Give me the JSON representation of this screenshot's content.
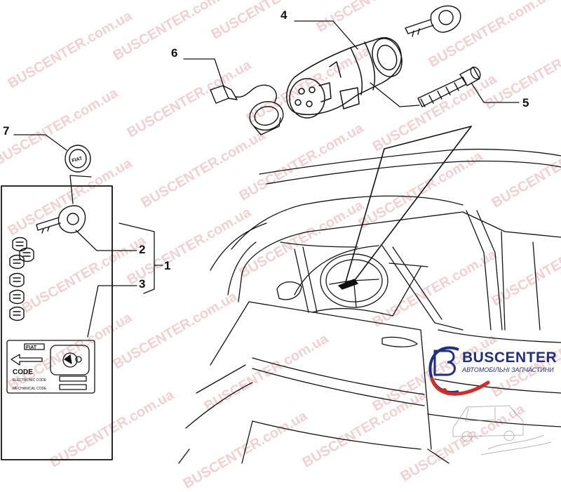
{
  "callouts": [
    {
      "id": "callout-1",
      "label": "1"
    },
    {
      "id": "callout-2",
      "label": "2"
    },
    {
      "id": "callout-3",
      "label": "3"
    },
    {
      "id": "callout-4",
      "label": "4"
    },
    {
      "id": "callout-5",
      "label": "5"
    },
    {
      "id": "callout-6",
      "label": "6"
    },
    {
      "id": "callout-7",
      "label": "7"
    }
  ],
  "badge_text": "FIAT",
  "code_card": {
    "brand": "FIAT",
    "code_label": "CODE",
    "electronic_label": "ELECTRONIC CODE",
    "mechanical_label": "MECHANICAL CODE"
  },
  "watermark": {
    "text": "BUSCENTER.com.ua",
    "color": "#c83232"
  },
  "logo": {
    "name": "BUSCENTER",
    "tagline": "АВТОМОБІЛЬНІ ЗАПЧАСТИНИ",
    "brand_color": "#1f2e88",
    "accent_color": "#d42a2a"
  }
}
